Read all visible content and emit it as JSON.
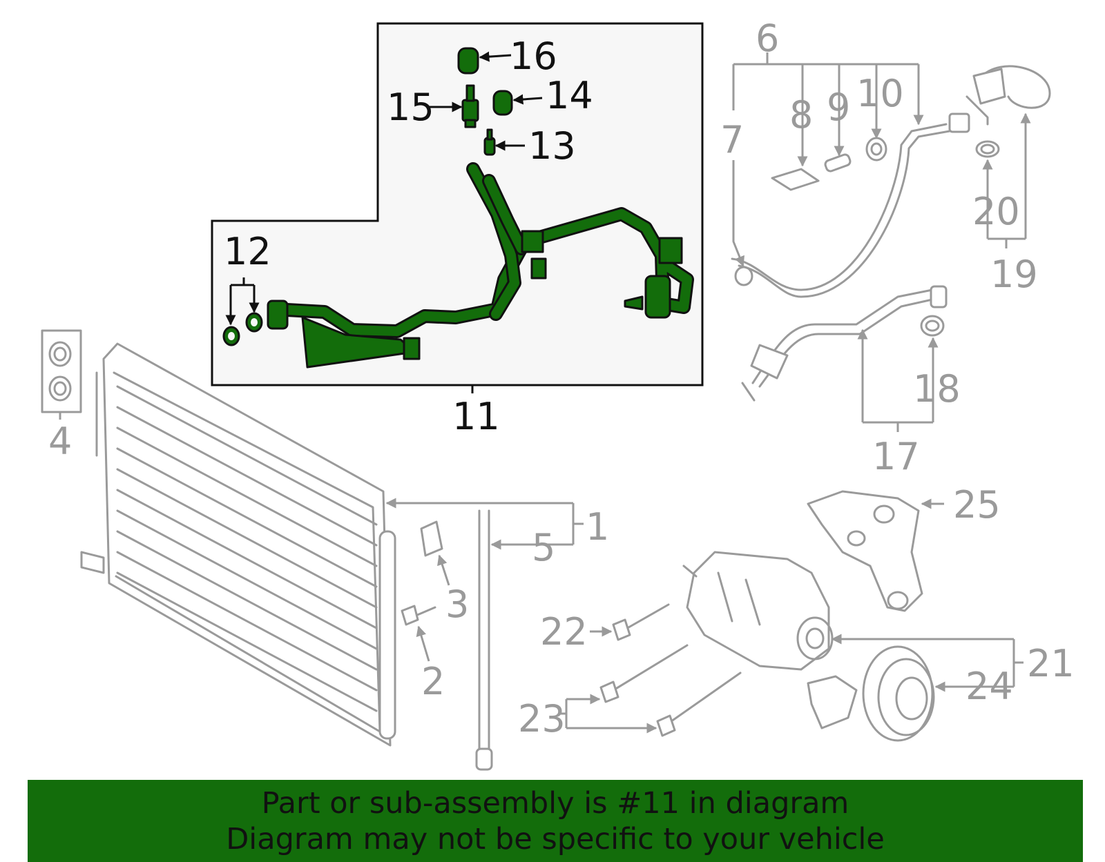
{
  "diagram": {
    "highlight_color": "#136d0b",
    "highlighted_part": "11",
    "callouts": {
      "c1": "1",
      "c2": "2",
      "c3": "3",
      "c4": "4",
      "c5": "5",
      "c6": "6",
      "c7": "7",
      "c8": "8",
      "c9": "9",
      "c10": "10",
      "c11": "11",
      "c12": "12",
      "c13": "13",
      "c14": "14",
      "c15": "15",
      "c16": "16",
      "c17": "17",
      "c18": "18",
      "c19": "19",
      "c20": "20",
      "c21": "21",
      "c22": "22",
      "c23": "23",
      "c24": "24",
      "c25": "25"
    }
  },
  "footer": {
    "line1": "Part or sub-assembly is #11 in diagram",
    "line2": "Diagram may not be specific to your vehicle"
  }
}
